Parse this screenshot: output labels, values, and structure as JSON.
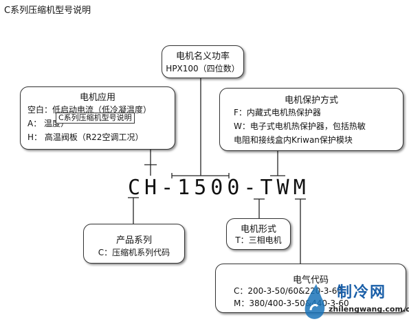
{
  "title": "C系列压缩机型号说明",
  "model_code": "CH-1500-TWM",
  "boxes": {
    "rated_power": {
      "header": "电机名义功率",
      "lines": [
        "HPX100（四位数）"
      ]
    },
    "motor_application": {
      "header": "电机应用",
      "lines": [
        "空白：低启动电流（低冷凝温度）",
        "A：              温度）",
        "H：  高温阀板（R22空调工况）"
      ]
    },
    "motor_protection": {
      "header": "电机保护方式",
      "lines": [
        "F：内藏式电机热保护器",
        "W：电子式电机热保护器，包括热敏",
        "电阻和接线盒内Kriwan保护模块"
      ]
    },
    "product_series": {
      "header": "产品系列",
      "lines": [
        "C：压缩机系列代码"
      ]
    },
    "motor_form": {
      "header": "电机形式",
      "lines": [
        "T：三相电机"
      ]
    },
    "electrical_code": {
      "header": "电气代码",
      "lines": [
        "C：200-3-50/60&220-3-60",
        "M：380/400-3-50&440-3-60"
      ]
    }
  },
  "tooltip": "C系列压缩机型号说明",
  "watermark": {
    "brand": "制冷网",
    "domain": "zhilengwang.com.cn"
  }
}
